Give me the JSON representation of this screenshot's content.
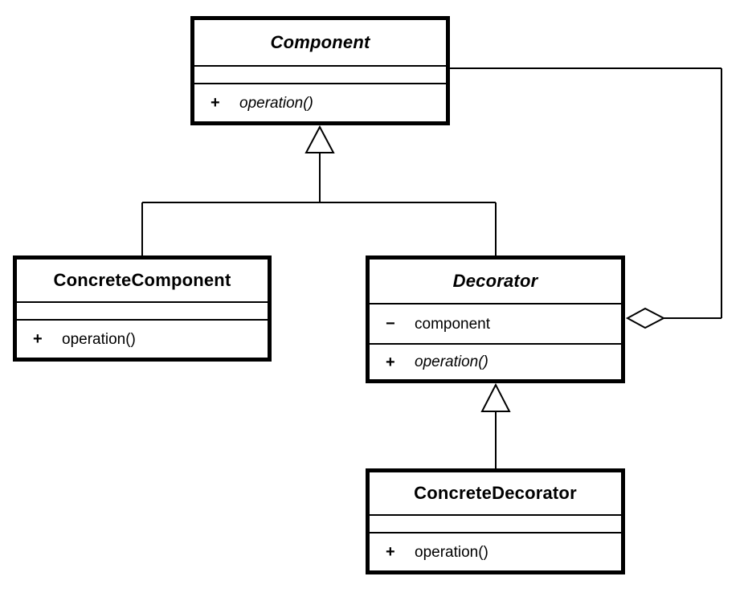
{
  "colors": {
    "line": "#000000",
    "text": "#000000",
    "background": "#ffffff",
    "box_fill": "#ffffff"
  },
  "classes": {
    "component": {
      "name": "Component",
      "abstract": true,
      "attributes": [],
      "methods": [
        {
          "visibility": "+",
          "signature": "operation()",
          "abstract": true
        }
      ]
    },
    "concrete_component": {
      "name": "ConcreteComponent",
      "abstract": false,
      "attributes": [],
      "methods": [
        {
          "visibility": "+",
          "signature": "operation()",
          "abstract": false
        }
      ]
    },
    "decorator": {
      "name": "Decorator",
      "abstract": true,
      "attributes": [
        {
          "visibility": "−",
          "signature": "component"
        }
      ],
      "methods": [
        {
          "visibility": "+",
          "signature": "operation()",
          "abstract": true
        }
      ]
    },
    "concrete_decorator": {
      "name": "ConcreteDecorator",
      "abstract": false,
      "attributes": [],
      "methods": [
        {
          "visibility": "+",
          "signature": "operation()",
          "abstract": false
        }
      ]
    }
  },
  "relationships": [
    {
      "type": "generalization",
      "from": "ConcreteComponent",
      "to": "Component"
    },
    {
      "type": "generalization",
      "from": "Decorator",
      "to": "Component"
    },
    {
      "type": "generalization",
      "from": "ConcreteDecorator",
      "to": "Decorator"
    },
    {
      "type": "aggregation",
      "from": "Decorator",
      "to": "Component",
      "label": ""
    }
  ]
}
